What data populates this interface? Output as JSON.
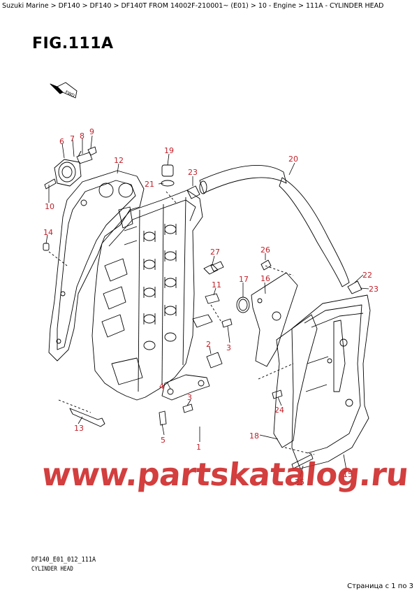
{
  "header": {
    "breadcrumb": "Suzuki Marine > DF140 > DF140 > DF140T FROM 14002F-210001~ (E01) > 10 - Engine > 111A - CYLINDER HEAD",
    "figure_title": "FIG.111A"
  },
  "diagram": {
    "direction_marker": "FWD",
    "callouts": [
      "1",
      "2",
      "3",
      "3",
      "4",
      "5",
      "6",
      "7",
      "8",
      "9",
      "10",
      "11",
      "12",
      "13",
      "14",
      "15",
      "16",
      "17",
      "18",
      "19",
      "20",
      "21",
      "22",
      "23",
      "23",
      "24",
      "25",
      "26",
      "27"
    ]
  },
  "watermark": "www.partskatalog.ru",
  "footer": {
    "code": "DF140_E01_012_111A",
    "name": "CYLINDER HEAD",
    "page_indicator": "Страница с 1 по 3"
  },
  "colors": {
    "callout": "#c0202a",
    "watermark": "#cd2323",
    "line": "#000000"
  }
}
